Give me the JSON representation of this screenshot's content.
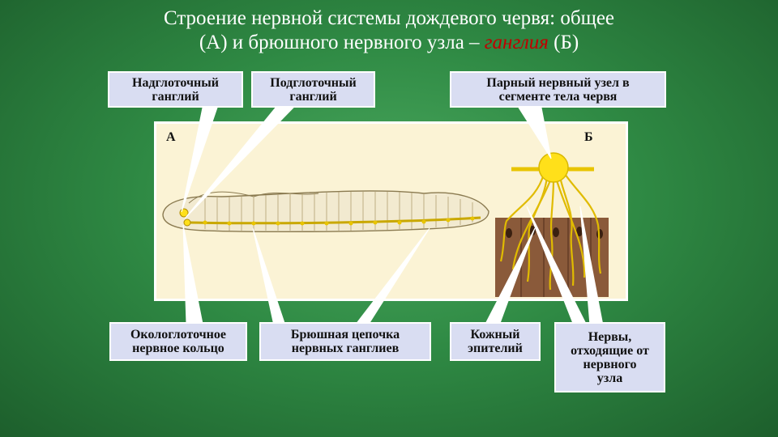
{
  "title": {
    "line1": "Строение нервной системы дождевого червя: общее",
    "line2_pre": "(А) и брюшного нервного узла – ",
    "line2_highlight": "ганглия",
    "line2_post": " (Б)"
  },
  "panel_labels": {
    "a": "А",
    "b": "Б"
  },
  "callouts": {
    "supra": [
      "Надглоточный",
      "ганглий"
    ],
    "sub": [
      "Подглоточный",
      "ганглий"
    ],
    "paired": [
      "Парный нервный узел в",
      "сегменте тела червя"
    ],
    "ring": [
      "Окологлоточное",
      "нервное кольцо"
    ],
    "chain": [
      "Брюшная цепочка",
      "нервных ганглиев"
    ],
    "skin": [
      "Кожный",
      "эпителий"
    ],
    "nerves": [
      "Нервы,",
      "отходящие от",
      "нервного",
      "узла"
    ]
  },
  "colors": {
    "background": "#2f8a44",
    "panel": "#fbf3d5",
    "callout_fill": "#d9ddf2",
    "highlight": "#c00000",
    "ganglion": "#ffe01a",
    "epithelium": "#8a5a3a"
  }
}
